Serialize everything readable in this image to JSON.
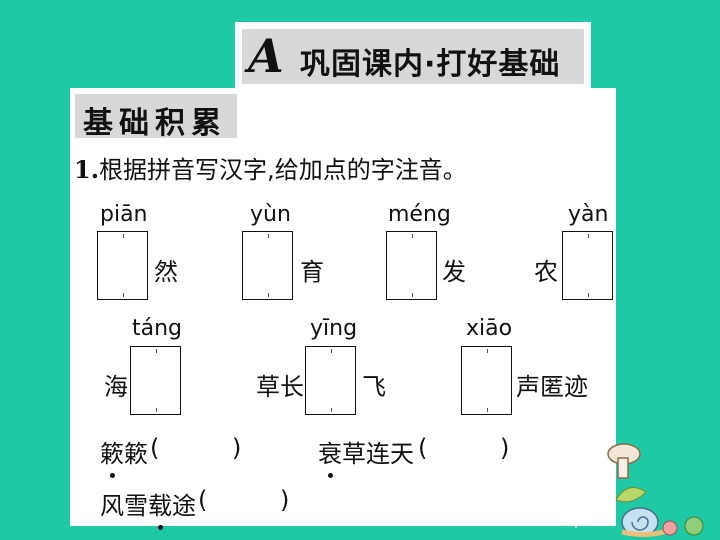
{
  "header": {
    "letter": "A",
    "title": "巩固课内·打好基础"
  },
  "section": {
    "label": "基础积累"
  },
  "question": {
    "number": "1.",
    "text": "根据拼音写汉字,给加点的字注音。"
  },
  "row1": {
    "items": [
      {
        "pinyin": "piān",
        "after": "然"
      },
      {
        "pinyin": "yùn",
        "after": "育"
      },
      {
        "pinyin": "méng",
        "after": "发"
      },
      {
        "pinyin": "yàn",
        "before": "农"
      }
    ]
  },
  "row2": {
    "items": [
      {
        "pinyin": "táng",
        "before": "海"
      },
      {
        "pinyin": "yīng",
        "before": "草长",
        "after": "飞"
      },
      {
        "pinyin": "xiāo",
        "after": "声匿迹"
      }
    ]
  },
  "row3": {
    "items": [
      {
        "chars": [
          "簌",
          "簌"
        ],
        "dotted": [
          true,
          false
        ]
      },
      {
        "chars": [
          "衰",
          "草",
          "连",
          "天"
        ],
        "dotted": [
          true,
          false,
          false,
          false
        ]
      }
    ]
  },
  "row4": {
    "items": [
      {
        "chars": [
          "风",
          "雪",
          "载",
          "途"
        ],
        "dotted": [
          false,
          false,
          true,
          false
        ]
      }
    ]
  },
  "paren": {
    "open": "(",
    "close": ")"
  },
  "colors": {
    "background": "#1fc9a6",
    "label_bg": "#d8d8d8",
    "paper": "#ffffff"
  }
}
